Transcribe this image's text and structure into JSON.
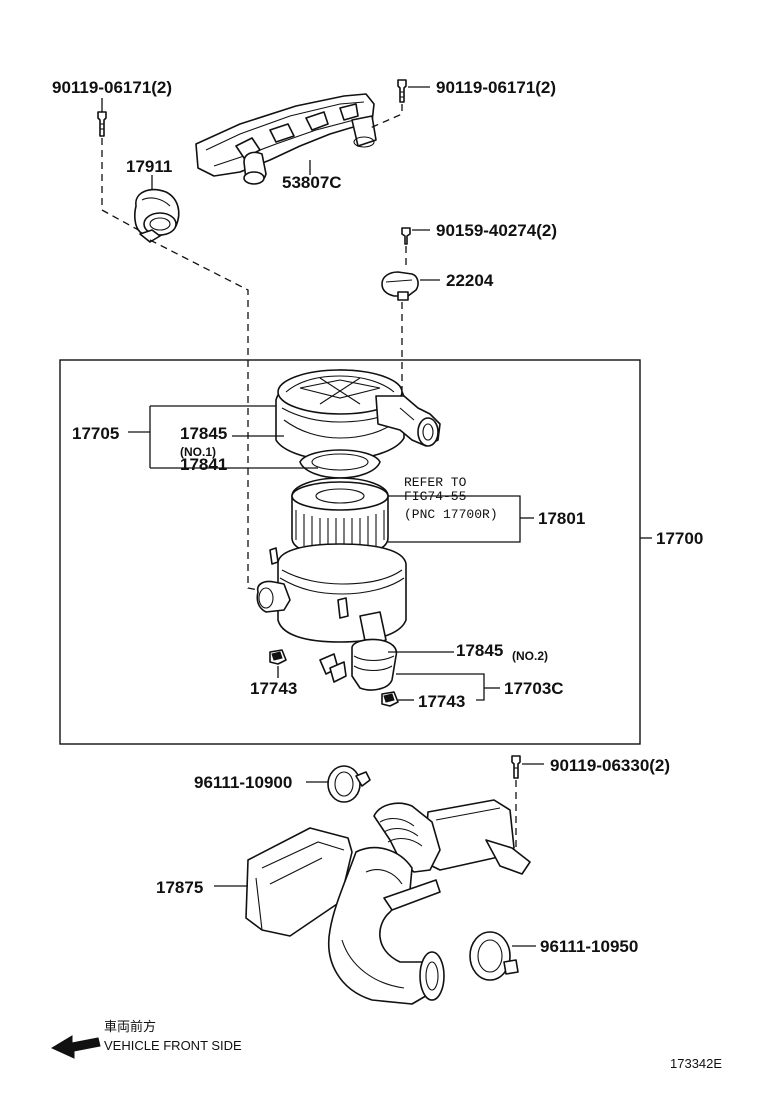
{
  "diagram": {
    "code": "173342E",
    "direction_note": {
      "japanese": "車両前方",
      "english": "VEHICLE FRONT SIDE"
    },
    "refer_note": {
      "line1": "REFER TO",
      "line2": "FIG74-55",
      "line3": "(PNC 17700R)"
    },
    "labels": {
      "bolt_top_left": "90119-06171(2)",
      "bolt_top_right": "90119-06171(2)",
      "hose_17911": "17911",
      "duct_53807c": "53807C",
      "bolt_90159": "90159-40274(2)",
      "sensor_22204": "22204",
      "assy_17705": "17705",
      "gasket_17845_top": "17845",
      "gasket_no1": "(NO.1)",
      "seal_17841": "17841",
      "element_17801": "17801",
      "assy_17700": "17700",
      "gasket_17845_bottom": "17845",
      "gasket_no2": "(NO.2)",
      "clip_17743_left": "17743",
      "clip_17743_right": "17743",
      "hose_17703c": "17703C",
      "clamp_96111_10900": "96111-10900",
      "bolt_90119_06330": "90119-06330(2)",
      "resonator_17875": "17875",
      "clamp_96111_10950": "96111-10950"
    }
  }
}
